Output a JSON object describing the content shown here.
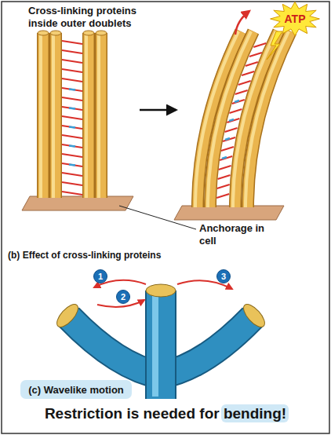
{
  "diagram": {
    "nodes": [
      {
        "text": [
          "ATP"
        ]
      },
      {
        "text": [
          "1"
        ]
      },
      {
        "text": [
          "2"
        ]
      },
      {
        "text": [
          "3"
        ]
      },
      {
        "text": [
          "(c) Wavelike motion"
        ]
      }
    ],
    "labels": [
      "Cross-linking proteins inside outer doublets",
      "Anchorage in cell",
      "(b) Effect of cross-linking proteins",
      "Restriction is needed for bending!"
    ]
  }
}
